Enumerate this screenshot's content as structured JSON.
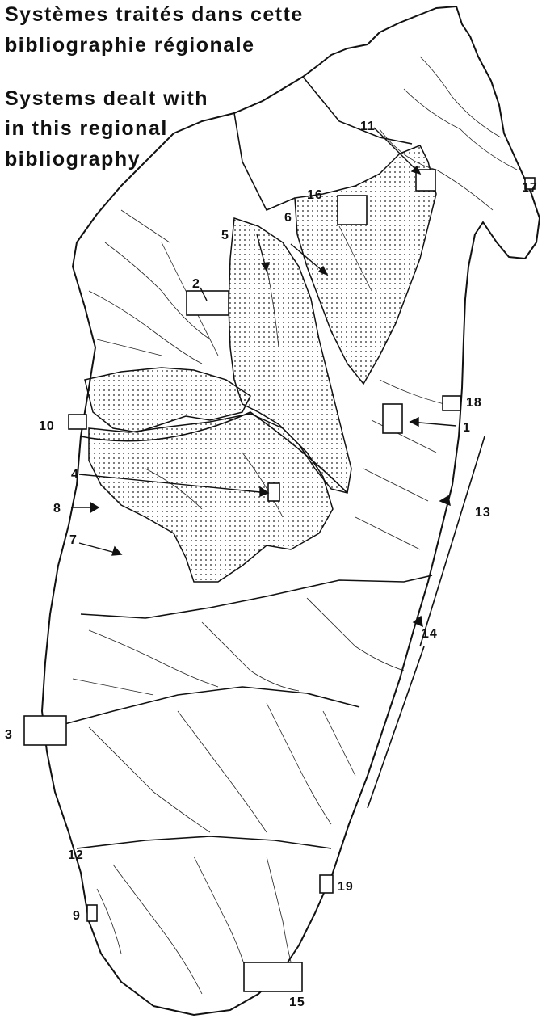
{
  "title_fr": [
    "Systèmes traités dans cette",
    "bibliographie régionale"
  ],
  "title_en": [
    "Systems dealt with",
    "in this regional",
    "bibliography"
  ],
  "labels": {
    "l1": "1",
    "l2": "2",
    "l3": "3",
    "l4": "4",
    "l5": "5",
    "l6": "6",
    "l7": "7",
    "l8": "8",
    "l9": "9",
    "l10": "10",
    "l11": "11",
    "l12": "12",
    "l13": "13",
    "l14": "14",
    "l15": "15",
    "l16": "16",
    "l17": "17",
    "l18": "18",
    "l19": "19"
  },
  "colors": {
    "ink": "#111111",
    "paper": "#ffffff"
  }
}
